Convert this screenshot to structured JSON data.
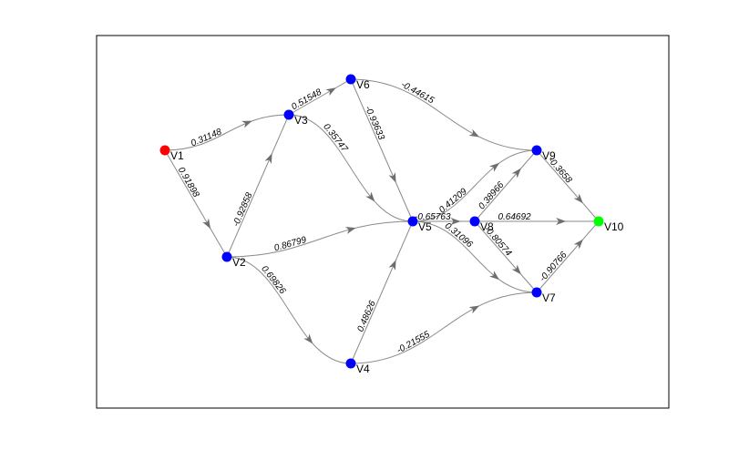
{
  "nodes": [
    {
      "id": "V1",
      "label": "V1",
      "color": "#ff0000"
    },
    {
      "id": "V2",
      "label": "V2",
      "color": "#0000ff"
    },
    {
      "id": "V3",
      "label": "V3",
      "color": "#0000ff"
    },
    {
      "id": "V4",
      "label": "V4",
      "color": "#0000ff"
    },
    {
      "id": "V5",
      "label": "V5",
      "color": "#0000ff"
    },
    {
      "id": "V6",
      "label": "V6",
      "color": "#0000ff"
    },
    {
      "id": "V7",
      "label": "V7",
      "color": "#0000ff"
    },
    {
      "id": "V8",
      "label": "V8",
      "color": "#0000ff"
    },
    {
      "id": "V9",
      "label": "V9",
      "color": "#0000ff"
    },
    {
      "id": "V10",
      "label": "V10",
      "color": "#00ff00"
    }
  ],
  "edges": [
    {
      "from": "V1",
      "to": "V3",
      "weight": "0.31148"
    },
    {
      "from": "V1",
      "to": "V2",
      "weight": "0.91898"
    },
    {
      "from": "V2",
      "to": "V3",
      "weight": "-0.92858"
    },
    {
      "from": "V2",
      "to": "V5",
      "weight": "0.86799"
    },
    {
      "from": "V2",
      "to": "V4",
      "weight": "0.69826"
    },
    {
      "from": "V3",
      "to": "V6",
      "weight": "0.51548"
    },
    {
      "from": "V3",
      "to": "V5",
      "weight": "0.35747"
    },
    {
      "from": "V6",
      "to": "V5",
      "weight": "-0.93633"
    },
    {
      "from": "V6",
      "to": "V9",
      "weight": "-0.44615"
    },
    {
      "from": "V4",
      "to": "V5",
      "weight": "0.48626"
    },
    {
      "from": "V4",
      "to": "V7",
      "weight": "-0.21555"
    },
    {
      "from": "V5",
      "to": "V9",
      "weight": "0.41209"
    },
    {
      "from": "V5",
      "to": "V8",
      "weight": "-0.65763"
    },
    {
      "from": "V5",
      "to": "V7",
      "weight": "0.31096"
    },
    {
      "from": "V8",
      "to": "V9",
      "weight": "0.38966"
    },
    {
      "from": "V8",
      "to": "V10",
      "weight": "0.64692"
    },
    {
      "from": "V8",
      "to": "V7",
      "weight": "-0.80574"
    },
    {
      "from": "V9",
      "to": "V10",
      "weight": "-0.3658"
    },
    {
      "from": "V7",
      "to": "V10",
      "weight": "-0.90766"
    }
  ]
}
